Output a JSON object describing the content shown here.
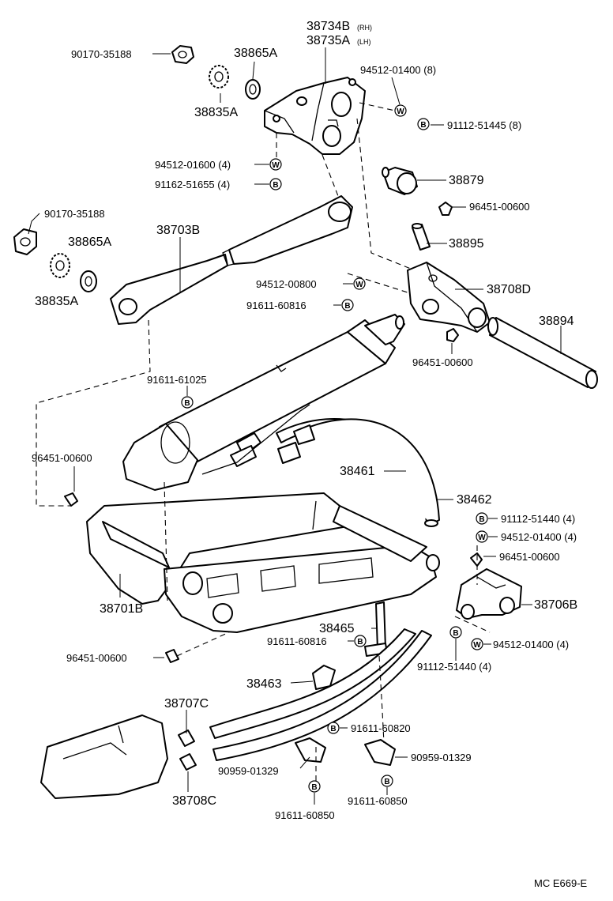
{
  "labels": {
    "p38734B": "38734B",
    "p38734B_side": "(RH)",
    "p38735A": "38735A",
    "p38735A_side": "(LH)",
    "p90170_top": "90170-35188",
    "p38865A_top": "38865A",
    "p38835A_top": "38835A",
    "p94512_01400_8": "94512-01400  (8)",
    "p91112_51445_8": "91112-51445  (8)",
    "p94512_01600_4": "94512-01600 (4)",
    "p91162_51655_4": "91162-51655 (4)",
    "p38879": "38879",
    "p96451_00600_a": "96451-00600",
    "p90170_left": "90170-35188",
    "p38703B": "38703B",
    "p38865A_left": "38865A",
    "p38835A_left": "38835A",
    "p38895": "38895",
    "p94512_00800": "94512-00800",
    "p91611_60816_a": "91611-60816",
    "p38708D": "38708D",
    "p38894": "38894",
    "p96451_00600_b": "96451-00600",
    "p91611_61025": "91611-61025",
    "p96451_00600_c": "96451-00600",
    "p38461": "38461",
    "p38462": "38462",
    "p91112_51440_4a": "91112-51440  (4)",
    "p94512_01400_4a": "94512-01400  (4)",
    "p96451_00600_d": "96451-00600",
    "p38701B": "38701B",
    "p38706B": "38706B",
    "p38465": "38465",
    "p91611_60816_b": "91611-60816",
    "p94512_01400_4b": "94512-01400  (4)",
    "p96451_00600_e": "96451-00600",
    "p91112_51440_4b": "91112-51440  (4)",
    "p38463": "38463",
    "p38707C": "38707C",
    "p91611_60820": "91611-60820",
    "p90959_01329_a": "90959-01329",
    "p90959_01329_b": "90959-01329",
    "p38708C": "38708C",
    "p91611_60850_a": "91611-60850",
    "p91611_60850_b": "91611-60850"
  },
  "markers": {
    "washer": "W",
    "bolt": "B"
  },
  "footer": {
    "code": "MC E669-E"
  }
}
